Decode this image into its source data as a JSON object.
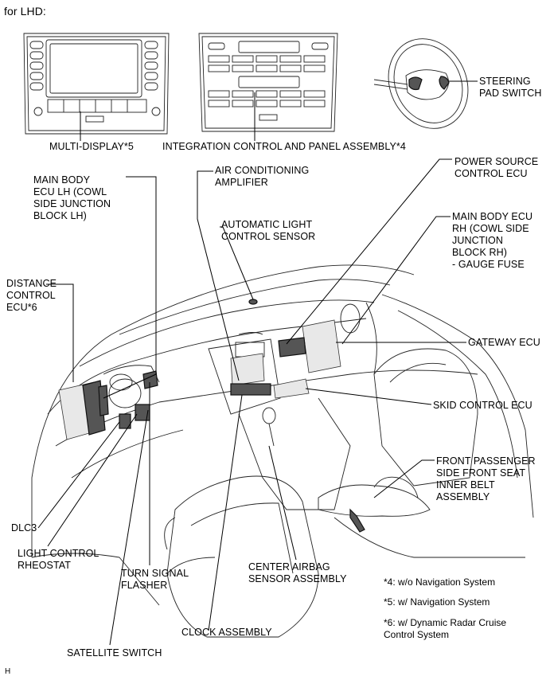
{
  "header": "for LHD:",
  "labels": {
    "multi_display": "MULTI-DISPLAY*5",
    "integration_panel": "INTEGRATION CONTROL AND PANEL ASSEMBLY*4",
    "steering_pad": "STEERING\nPAD SWITCH",
    "main_body_lh": "MAIN BODY\nECU LH (COWL\nSIDE JUNCTION\nBLOCK LH)",
    "air_con": "AIR CONDITIONING\nAMPLIFIER",
    "power_source": "POWER SOURCE\nCONTROL ECU",
    "auto_light": "AUTOMATIC LIGHT\nCONTROL SENSOR",
    "main_body_rh": "MAIN BODY ECU\nRH (COWL SIDE\nJUNCTION\nBLOCK RH)\n- GAUGE FUSE",
    "distance_control": "DISTANCE\nCONTROL\nECU*6",
    "gateway": "GATEWAY ECU",
    "skid_control": "SKID CONTROL ECU",
    "front_passenger": "FRONT PASSENGER\nSIDE FRONT SEAT\nINNER BELT\nASSEMBLY",
    "dlc3": "DLC3",
    "light_rheostat": "LIGHT CONTROL\nRHEOSTAT",
    "turn_signal": "TURN SIGNAL\nFLASHER",
    "center_airbag": "CENTER AIRBAG\nSENSOR ASSEMBLY",
    "clock": "CLOCK ASSEMBLY",
    "satellite": "SATELLITE SWITCH"
  },
  "notes": {
    "n4": "*4: w/o Navigation System",
    "n5": "*5: w/ Navigation System",
    "n6": "*6: w/ Dynamic Radar Cruise\nControl System"
  },
  "footer": "H"
}
